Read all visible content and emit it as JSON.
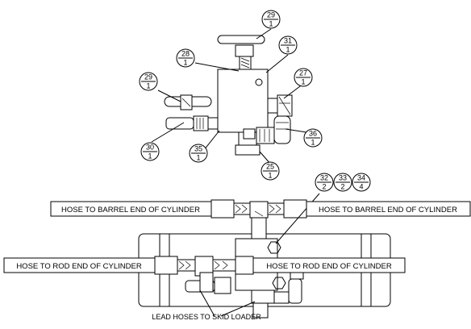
{
  "balloons": [
    {
      "item": "29",
      "qty": "1"
    },
    {
      "item": "31",
      "qty": "1"
    },
    {
      "item": "28",
      "qty": "1"
    },
    {
      "item": "29",
      "qty": "1"
    },
    {
      "item": "27",
      "qty": "1"
    },
    {
      "item": "30",
      "qty": "1"
    },
    {
      "item": "35",
      "qty": "1"
    },
    {
      "item": "36",
      "qty": "1"
    },
    {
      "item": "25",
      "qty": "1"
    },
    {
      "item": "32",
      "qty": "2"
    },
    {
      "item": "33",
      "qty": "2"
    },
    {
      "item": "34",
      "qty": "4"
    }
  ],
  "labels": {
    "hose_barrel_left": "HOSE TO BARREL END OF CYLINDER",
    "hose_barrel_right": "HOSE TO BARREL END OF CYLINDER",
    "hose_rod_left": "HOSE TO ROD END OF CYLINDER",
    "hose_rod_right": "HOSE TO ROD END OF CYLINDER",
    "lead_hoses": "LEAD HOSES TO SKID LOADER"
  }
}
